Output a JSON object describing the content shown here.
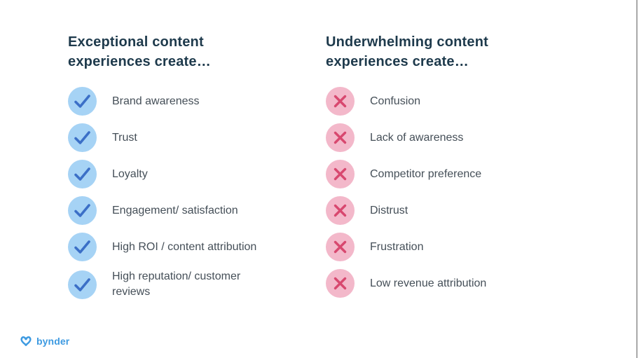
{
  "left_column": {
    "heading_line1": "Exceptional content",
    "heading_line2": "experiences create…",
    "icon": "check-icon",
    "items": [
      "Brand awareness",
      "Trust",
      "Loyalty",
      "Engagement/ satisfaction",
      "High ROI / content attribution",
      "High reputation/ customer reviews"
    ]
  },
  "right_column": {
    "heading_line1": "Underwhelming content",
    "heading_line2": "experiences create…",
    "icon": "cross-icon",
    "items": [
      "Confusion",
      "Lack of awareness",
      "Competitor preference",
      "Distrust",
      "Frustration",
      "Low revenue attribution"
    ]
  },
  "footer": {
    "brand": "bynder"
  },
  "colors": {
    "heading": "#1e3a4c",
    "item_text": "#454f58",
    "check_circle_bg": "#a6d3f5",
    "check_stroke": "#3b6fc7",
    "cross_circle_bg": "#f3b8ca",
    "cross_stroke": "#d8486f",
    "brand_blue": "#3d9ae1",
    "edge_line": "#a8a8a8"
  }
}
